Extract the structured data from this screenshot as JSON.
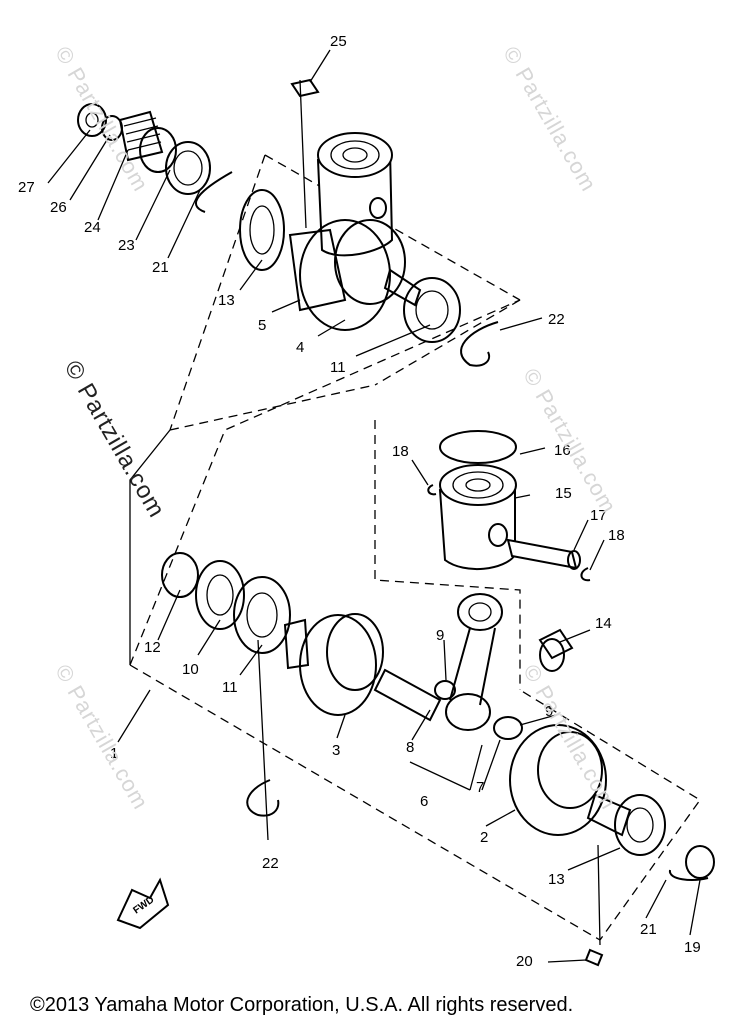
{
  "watermark": "© Partzilla.com",
  "copyright": "©2013  Yamaha Motor Corporation, U.S.A. All rights reserved.",
  "fwd_label": "FWD",
  "callouts": [
    "25",
    "27",
    "26",
    "24",
    "23",
    "21",
    "13",
    "5",
    "4",
    "11",
    "22",
    "16",
    "18",
    "15",
    "17",
    "18",
    "12",
    "10",
    "11",
    "14",
    "9",
    "9",
    "1",
    "3",
    "8",
    "7",
    "6",
    "2",
    "13",
    "22",
    "21",
    "19",
    "20"
  ]
}
